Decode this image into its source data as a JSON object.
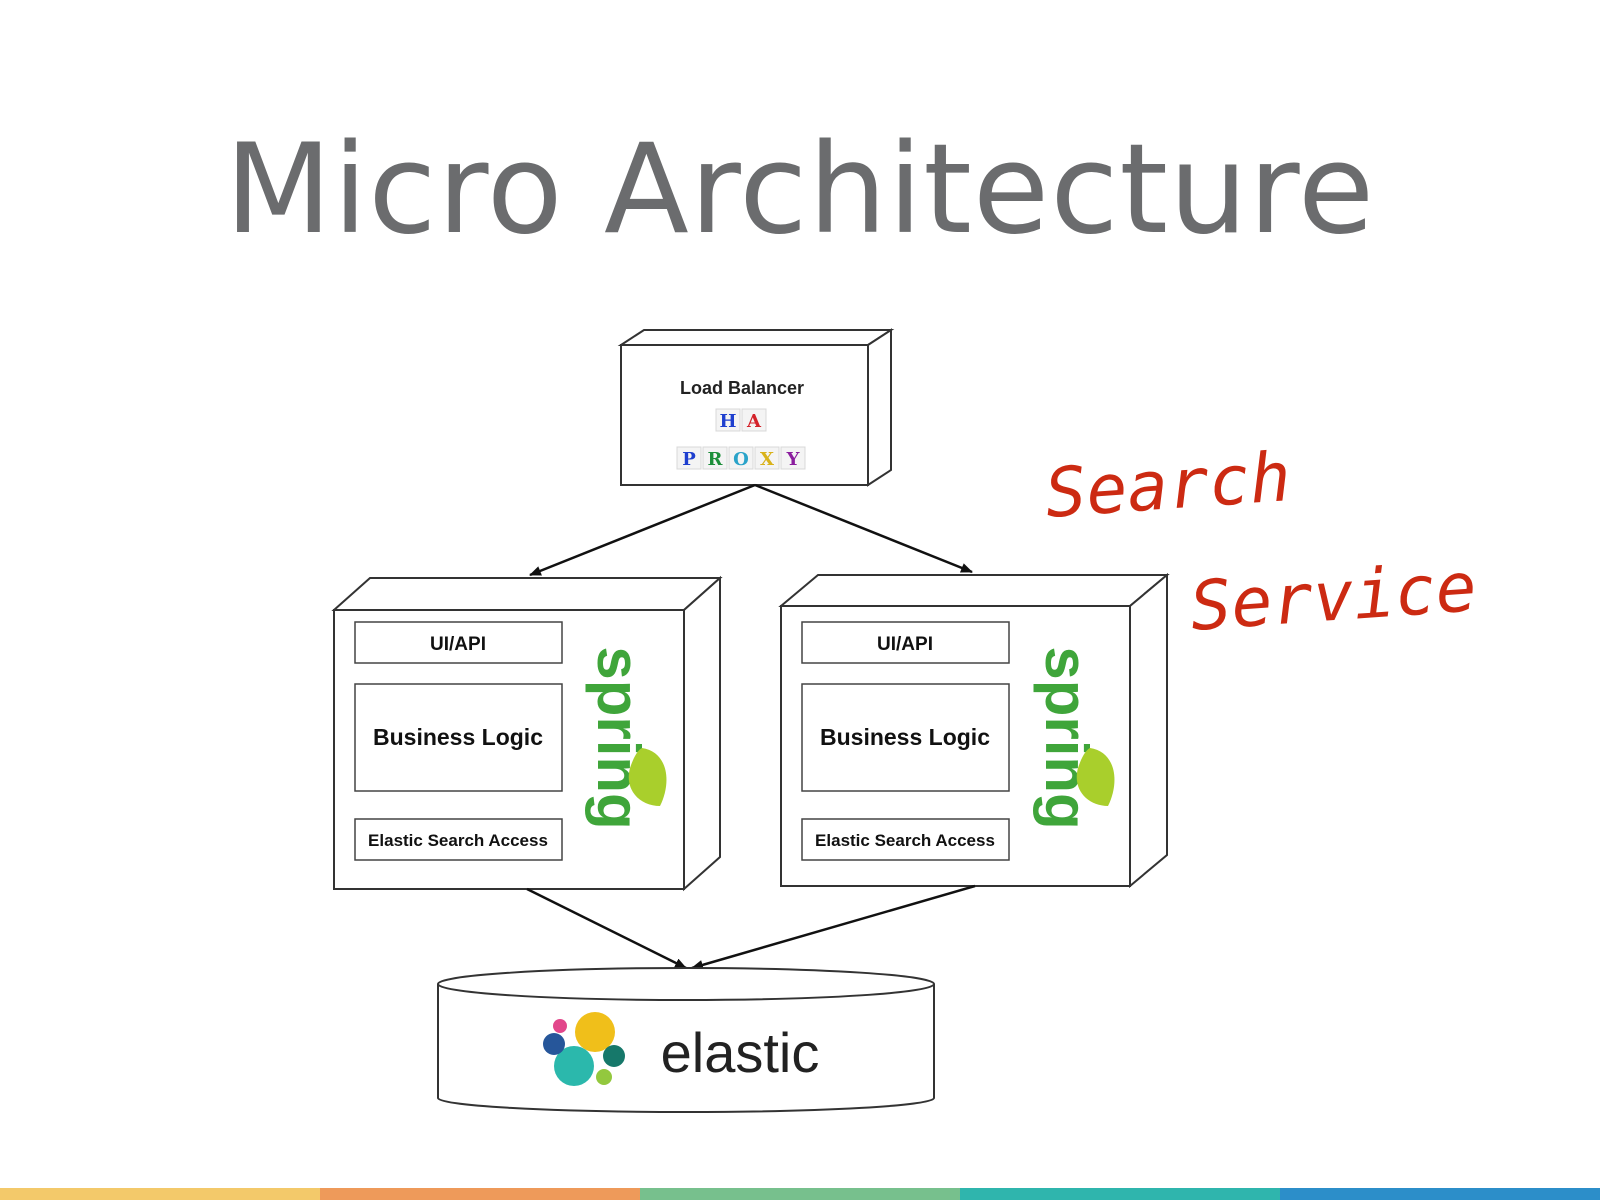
{
  "slide": {
    "title": "Micro Architecture"
  },
  "load_balancer": {
    "label": "Load Balancer",
    "logo_top": [
      "H",
      "A"
    ],
    "logo_bottom": [
      "P",
      "R",
      "O",
      "X",
      "Y"
    ],
    "logo_colors": [
      "#1e3fcf",
      "#d4222a",
      "#1e3fcf",
      "#1d8f3a",
      "#2aa3c9",
      "#d9b21a",
      "#8b1e9e"
    ]
  },
  "service_nodes": [
    {
      "ui_label": "UI/API",
      "logic_label": "Business Logic",
      "access_label": "Elastic Search Access",
      "brand": "spring"
    },
    {
      "ui_label": "UI/API",
      "logic_label": "Business Logic",
      "access_label": "Elastic Search Access",
      "brand": "spring"
    }
  ],
  "annotation": {
    "line1": "Search",
    "line2": "Service",
    "color": "#cc2a12"
  },
  "database": {
    "label": "elastic"
  },
  "colors": {
    "title": "#6b6c6e",
    "spring_green": "#3fa53a",
    "leaf_green": "#a9cf2c"
  },
  "bottom_bar_colors": [
    "#f3c96a",
    "#ee9a5a",
    "#77c08d",
    "#2fb5ad",
    "#2c8ec9"
  ]
}
